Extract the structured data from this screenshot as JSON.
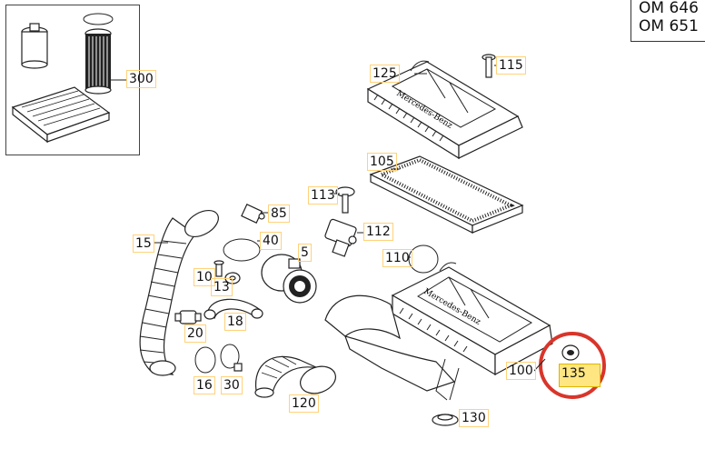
{
  "model_codes": [
    "OM 646",
    "OM 651"
  ],
  "highlight": {
    "part": "135",
    "ring_color": "#d9352b",
    "fill_color": "#ffe680"
  },
  "callouts": {
    "p300": "300",
    "p125": "125",
    "p115": "115",
    "p105": "105",
    "p113": "113",
    "p85": "85",
    "p112": "112",
    "p15": "15",
    "p40": "40",
    "p5": "5",
    "p110": "110",
    "p10": "10",
    "p13": "13",
    "p18": "18",
    "p20": "20",
    "p100": "100",
    "p135": "135",
    "p16": "16",
    "p30": "30",
    "p120": "120",
    "p130": "130"
  },
  "logo_text": "Mercedes-Benz"
}
